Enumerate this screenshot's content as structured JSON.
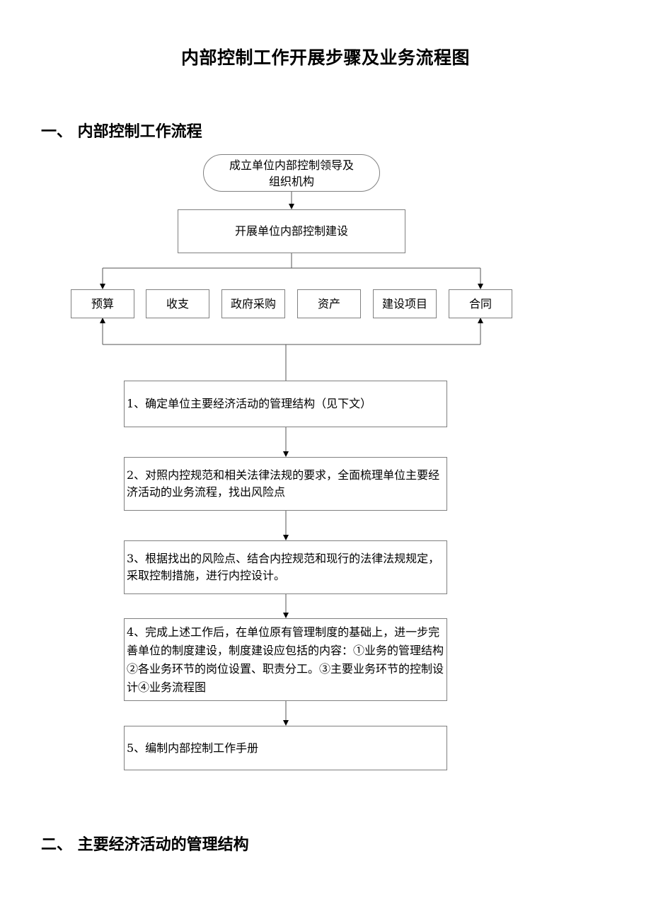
{
  "document": {
    "title": "内部控制工作开展步骤及业务流程图",
    "section1": "一、 内部控制工作流程",
    "section2": "二、 主要经济活动的管理结构"
  },
  "flow": {
    "start": "成立单位内部控制领导及组织机构",
    "build": "开展单位内部控制建设",
    "areas": [
      "预算",
      "收支",
      "政府采购",
      "资产",
      "建设项目",
      "合同"
    ],
    "steps": [
      "1、确定单位主要经济活动的管理结构（见下文）",
      "2、对照内控规范和相关法律法规的要求，全面梳理单位主要经济活动的业务流程，找出风险点",
      "3、根据找出的风险点、结合内控规范和现行的法律法规规定，采取控制措施，进行内控设计。",
      "4、完成上述工作后，在单位原有管理制度的基础上，进一步完善单位的制度建设，制度建设应包括的内容：①业务的管理结构②各业务环节的岗位设置、职责分工。③主要业务环节的控制设计④业务流程图",
      "5、编制内部控制工作手册"
    ]
  }
}
